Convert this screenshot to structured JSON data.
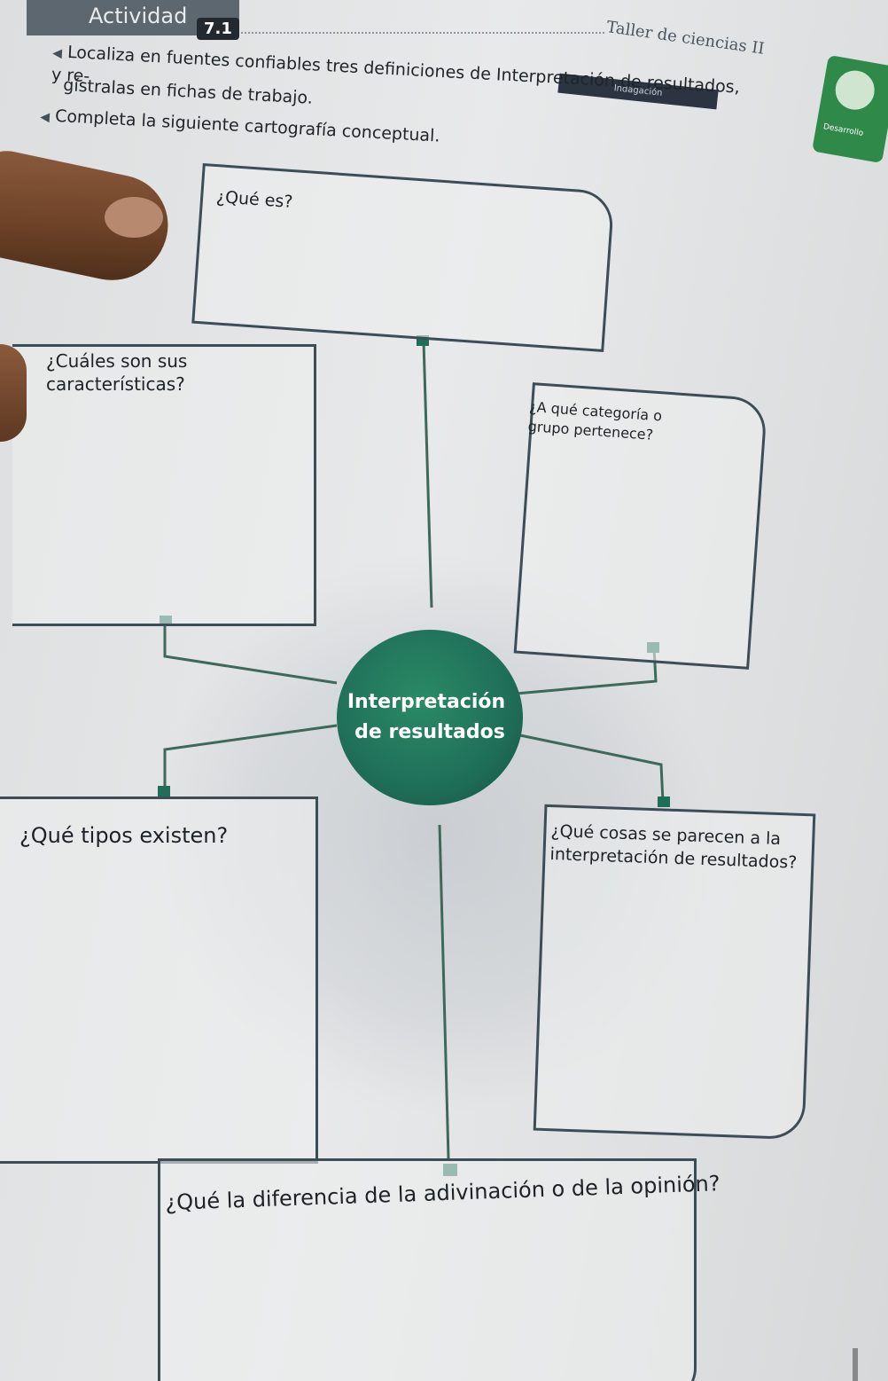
{
  "header": {
    "activity_label": "Actividad",
    "activity_number": "7.1",
    "workshop_title": "Taller de ciencias II",
    "tag": "Indagación",
    "corner_badge_text": "Desarrollo"
  },
  "instructions": [
    "Localiza en fuentes confiables tres definiciones de Interpretación de resultados, y re-",
    "gístralas en fichas de trabajo.",
    "Completa la siguiente cartografía conceptual."
  ],
  "map": {
    "center": {
      "line1": "Interpretación",
      "line2": "de resultados"
    },
    "questions": {
      "que_es": "¿Qué es?",
      "caracteristicas": "¿Cuáles son sus características?",
      "categoria": "¿A qué categoría o grupo pertenece?",
      "tipos": "¿Qué tipos existen?",
      "cosas_parecidas": "¿Qué cosas se parecen a la interpretación de resultados?",
      "diferencia": "¿Qué la diferencia de la adivinación o de la opinión?"
    }
  },
  "colors": {
    "accent_green": "#1f6f58",
    "box_border": "#3d4d55",
    "header_gray": "#5c6770"
  }
}
